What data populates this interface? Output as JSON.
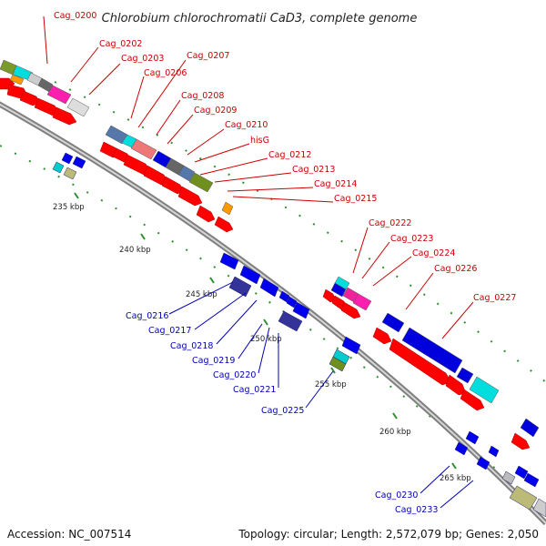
{
  "title": "Chlorobium chlorochromatii CaD3, complete genome",
  "footer": {
    "accession": "Accession: NC_007514",
    "topology": "Topology: circular; Length: 2,572,079 bp; Genes: 2,050"
  },
  "colors": {
    "forward_label": "#cc0000",
    "reverse_label": "#0000bb",
    "backbone": "#9a9a9a",
    "tick": "#2f8f2f"
  },
  "ticks": [
    "235 kbp",
    "240 kbp",
    "245 kbp",
    "250 kbp",
    "255 kbp",
    "260 kbp",
    "265 kbp"
  ],
  "forward_labels": [
    "Cag_0200",
    "Cag_0202",
    "Cag_0203",
    "Cag_0206",
    "Cag_0207",
    "Cag_0208",
    "Cag_0209",
    "Cag_0210",
    "hisG",
    "Cag_0212",
    "Cag_0213",
    "Cag_0214",
    "Cag_0215",
    "Cag_0222",
    "Cag_0223",
    "Cag_0224",
    "Cag_0226",
    "Cag_0227"
  ],
  "reverse_labels": [
    "Cag_0216",
    "Cag_0217",
    "Cag_0218",
    "Cag_0219",
    "Cag_0220",
    "Cag_0221",
    "Cag_0225",
    "Cag_0230",
    "Cag_0233"
  ]
}
